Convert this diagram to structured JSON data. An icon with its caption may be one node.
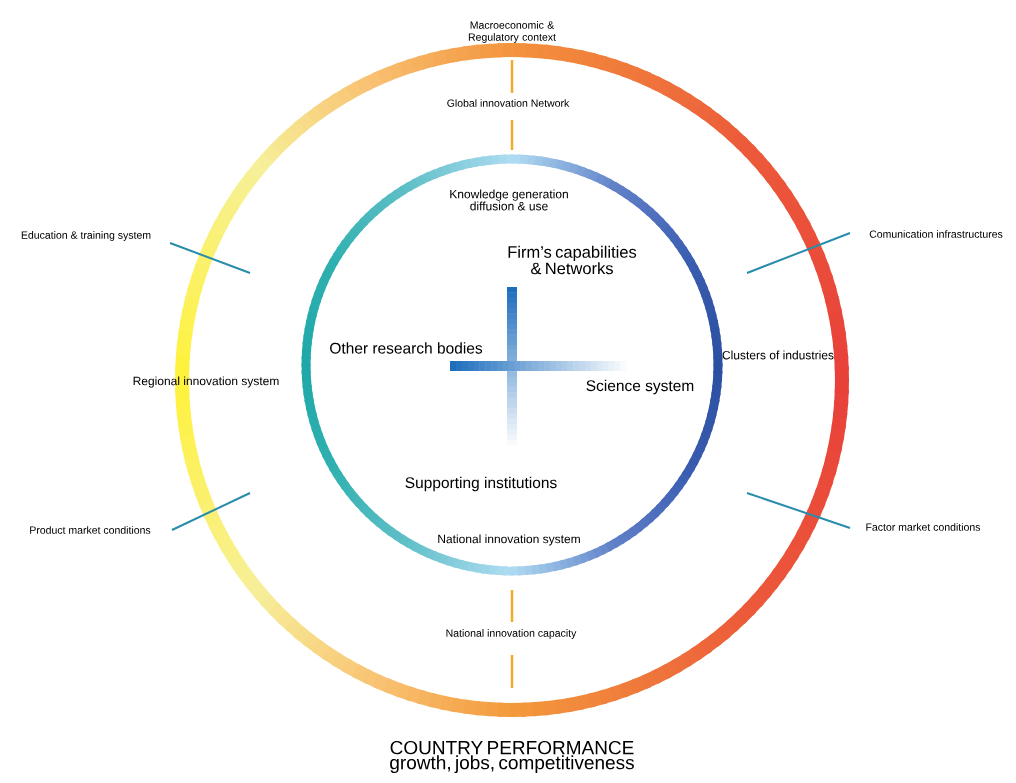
{
  "diagram": {
    "labels": [
      "Macroeconomic & Regulatory context",
      "Global innovation Network",
      "Knowledge generation diffusion & use",
      "Firm’s capabilities & Networks",
      "Education & training system",
      "Comunication infrastructures",
      "Other research bodies",
      "Clusters of industries",
      "Regional innovation system",
      "Science system",
      "Supporting institutions",
      "Product market conditions",
      "Factor market conditions",
      "National innovation system",
      "National innovation capacity",
      "COUNTRY PERFORMANCE growth, jobs, competitiveness"
    ]
  }
}
